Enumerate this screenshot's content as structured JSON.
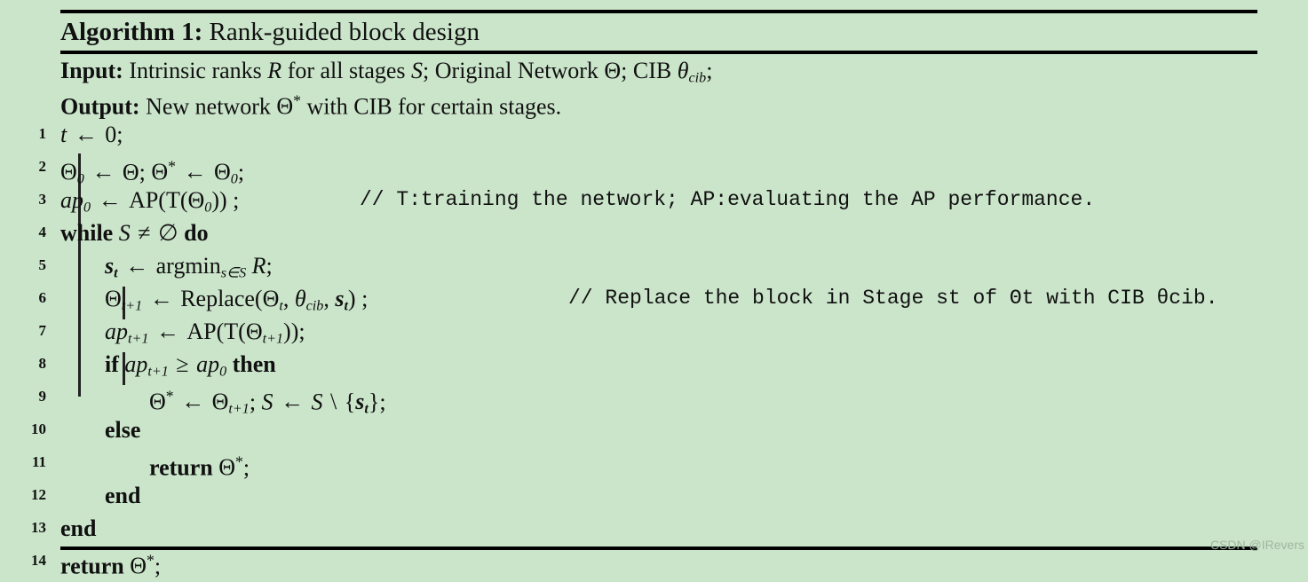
{
  "figure": {
    "caption": {
      "label": "Algorithm 1:",
      "title": "Rank-guided block design"
    },
    "io": {
      "input_key": "Input:",
      "input_text": "Intrinsic ranks R for all stages S; Original Network Θ; CIB θcib;",
      "output_key": "Output:",
      "output_text": "New network Θ* with CIB for certain stages."
    },
    "lines": [
      {
        "no": "1",
        "text": "t ← 0;"
      },
      {
        "no": "2",
        "text": "Θ0 ← Θ; Θ* ← Θ0;"
      },
      {
        "no": "3",
        "text": "ap0 ← AP(T(Θ0)) ;",
        "comment": "// T:training the network; AP:evaluating the AP performance."
      },
      {
        "no": "4",
        "text": "while S ≠ ∅ do"
      },
      {
        "no": "5",
        "text": "st ← argmin s∈S R;"
      },
      {
        "no": "6",
        "text": "Θt+1 ← Replace(Θt, θcib, st) ;",
        "comment": "// Replace the block in Stage st of Θt with CIB θcib."
      },
      {
        "no": "7",
        "text": "apt+1 ← AP(T(Θt+1));"
      },
      {
        "no": "8",
        "text": "if apt+1 ≥ ap0 then"
      },
      {
        "no": "9",
        "text": "Θ* ← Θt+1; S ← S \\ {st};"
      },
      {
        "no": "10",
        "text": "else"
      },
      {
        "no": "11",
        "text": "return Θ*;"
      },
      {
        "no": "12",
        "text": "end"
      },
      {
        "no": "13",
        "text": "end"
      },
      {
        "no": "14",
        "text": "return Θ*;"
      }
    ],
    "watermark": "CSDN @IRevers",
    "colors": {
      "background": "#cbe5cb",
      "text": "#101010",
      "rule": "#000000",
      "watermark": "#9fb69f"
    }
  }
}
